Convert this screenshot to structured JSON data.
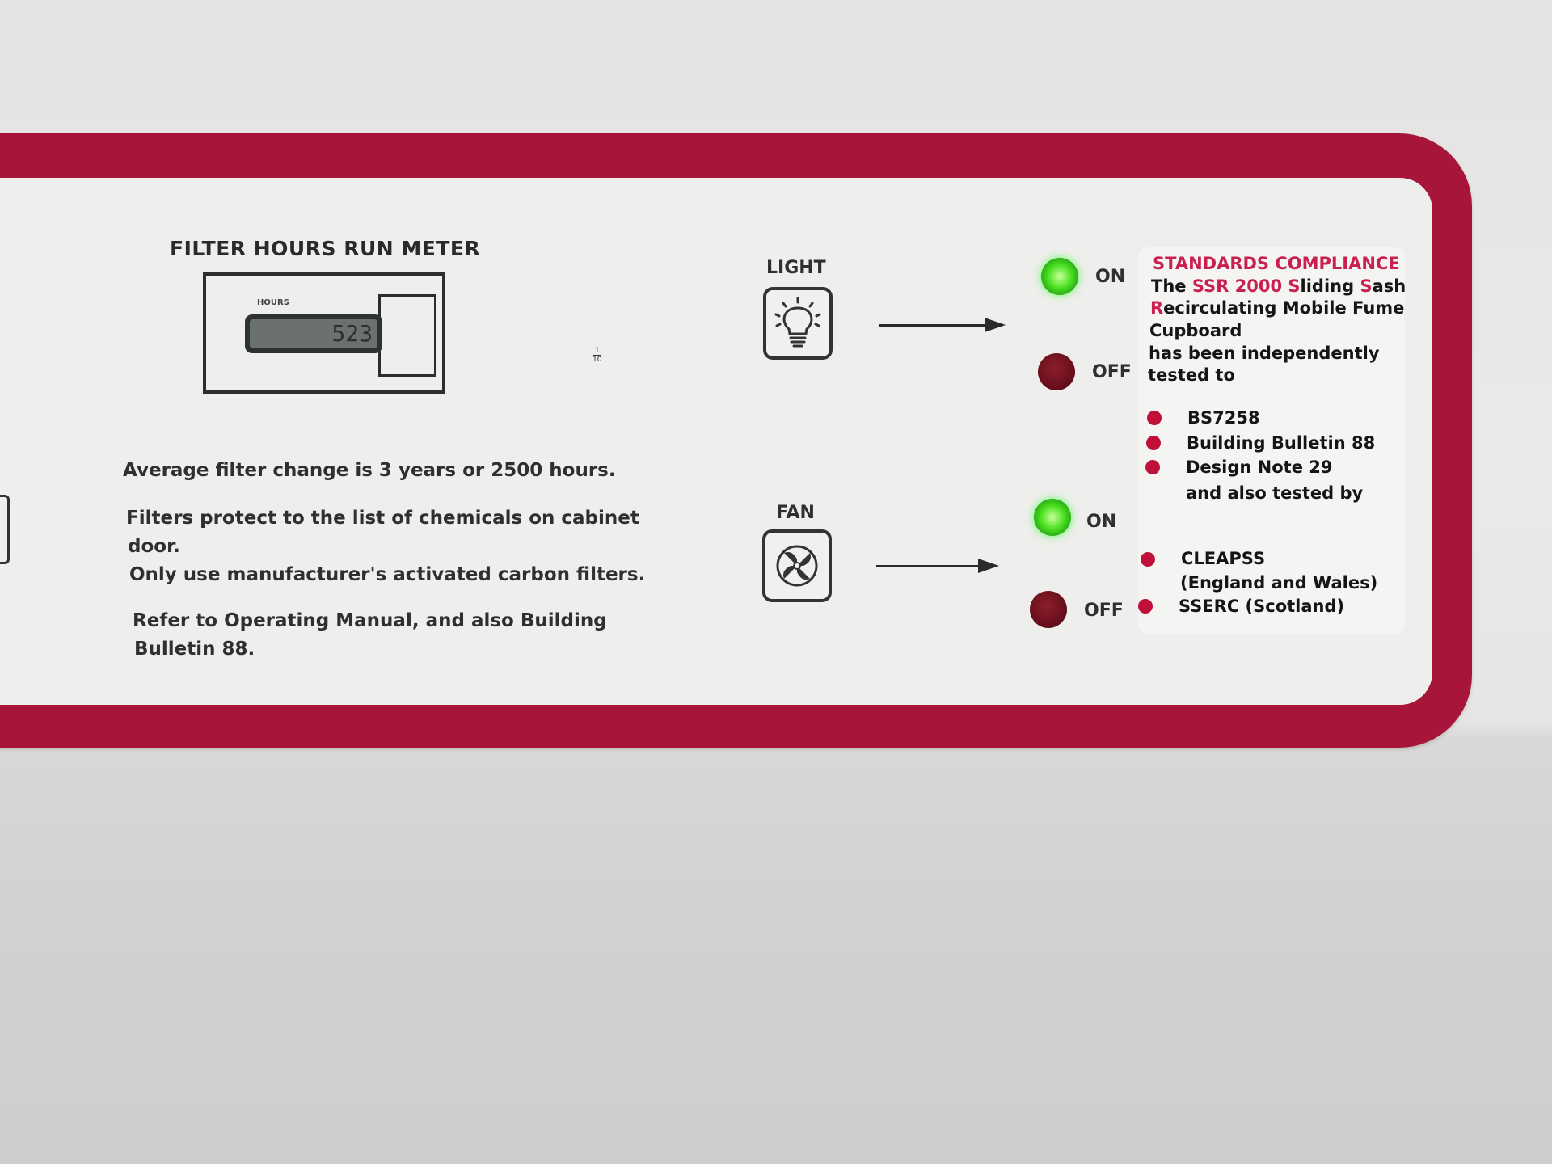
{
  "meter": {
    "title": "FILTER HOURS RUN METER",
    "hours_label": "HOURS",
    "reading": "523",
    "fraction_num": "1",
    "fraction_den": "10"
  },
  "info": {
    "line1": "Average filter change is 3 years or 2500 hours.",
    "line2a": "Filters protect to the list of chemicals on cabinet",
    "line2b": "door.",
    "line3": "Only use manufacturer's activated carbon filters.",
    "line4a": "Refer to Operating Manual, and also Building",
    "line4b": "Bulletin 88."
  },
  "light": {
    "label": "LIGHT",
    "on": "ON",
    "off": "OFF",
    "state": "on"
  },
  "fan": {
    "label": "FAN",
    "on": "ON",
    "off": "OFF",
    "state": "on"
  },
  "standards": {
    "heading": "STANDARDS COMPLIANCE",
    "l1_the": "The ",
    "l1_red": "SSR 2000 S",
    "l1_b": "liding ",
    "l1_s": "S",
    "l1_c": "ash",
    "l2_r": "R",
    "l2_b": "ecirculating Mobile Fume",
    "l3": "Cupboard",
    "l4": "has been independently",
    "l5": "tested to",
    "items": [
      "BS7258",
      "Building Bulletin 88",
      "Design Note 29"
    ],
    "also": "and also tested by",
    "items2": [
      "CLEAPSS",
      "(England and Wales)",
      "SSERC (Scotland)"
    ]
  },
  "colors": {
    "brand_red": "#a8153a",
    "led_green": "#49e01f",
    "led_red": "#6a0f1c"
  }
}
